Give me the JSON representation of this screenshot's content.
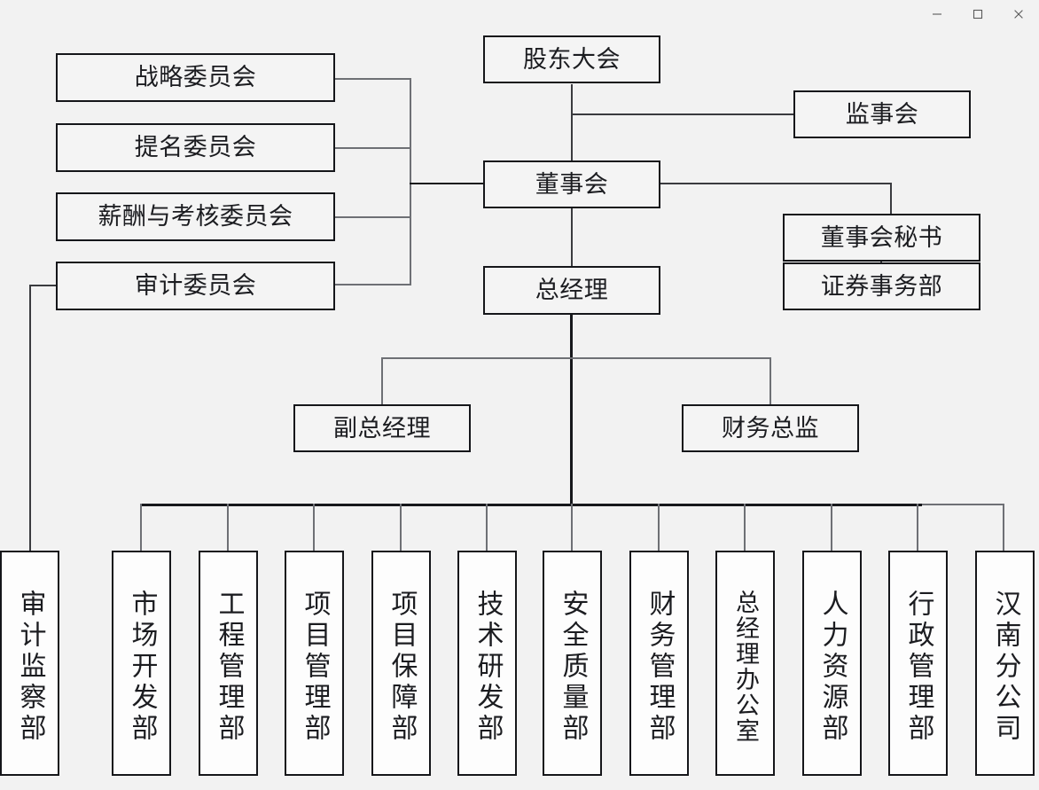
{
  "window": {
    "buttons": [
      {
        "name": "minimize",
        "glyph": "minimize-icon"
      },
      {
        "name": "maximize",
        "glyph": "maximize-icon"
      },
      {
        "name": "close",
        "glyph": "close-icon"
      }
    ],
    "background": "#f2f2f2"
  },
  "chart_title": "",
  "org_chart": {
    "type": "diagram",
    "style": {
      "box_fill": "#f4f4f4",
      "box_border": "#15161a",
      "connector": "#3a3b3f",
      "text": "#1b1c20"
    },
    "top": {
      "shareholders_meeting": "股东大会",
      "supervisory_board": "监事会",
      "board_of_directors": "董事会",
      "board_secretary": "董事会秘书",
      "securities_affairs": "证券事务部",
      "general_manager": "总经理"
    },
    "committees": [
      {
        "label": "战略委员会"
      },
      {
        "label": "提名委员会"
      },
      {
        "label": "薪酬与考核委员会"
      },
      {
        "label": "审计委员会"
      }
    ],
    "executives": [
      {
        "label": "副总经理"
      },
      {
        "label": "财务总监"
      }
    ],
    "audit_department": {
      "label": "审计监察部"
    },
    "departments": [
      {
        "label": "市场开发部"
      },
      {
        "label": "工程管理部"
      },
      {
        "label": "项目管理部"
      },
      {
        "label": "项目保障部"
      },
      {
        "label": "技术研发部"
      },
      {
        "label": "安全质量部"
      },
      {
        "label": "财务管理部"
      },
      {
        "label": "总经理办公室"
      },
      {
        "label": "人力资源部"
      },
      {
        "label": "行政管理部"
      },
      {
        "label": "汉南分公司"
      }
    ]
  }
}
